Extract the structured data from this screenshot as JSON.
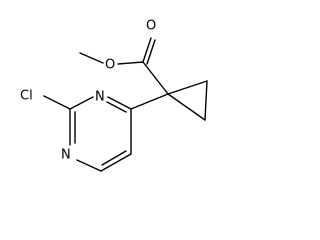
{
  "molecule": {
    "atoms": {
      "ester_oxygen": "O",
      "carbonyl_oxygen": "O",
      "chlorine": "Cl",
      "ring_nitrogen_top": "N",
      "ring_nitrogen_bottom": "N"
    }
  },
  "colors": {
    "bond": "#000000",
    "label": "#000000",
    "background": "#ffffff"
  }
}
